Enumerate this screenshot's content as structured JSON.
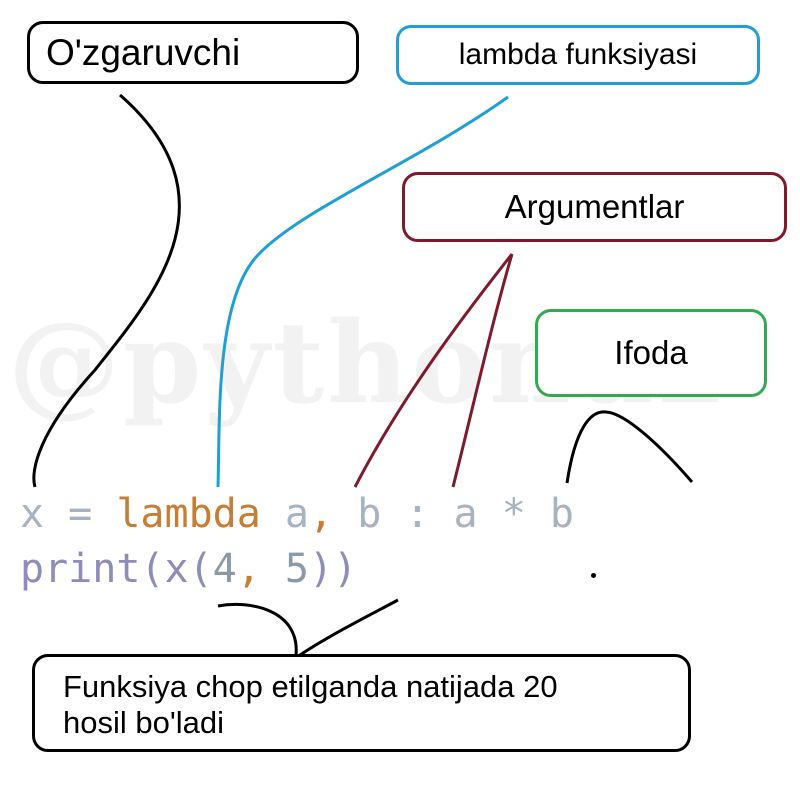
{
  "watermark": "@pythonuz",
  "callouts": {
    "variable": "O'zgaruvchi",
    "lambda_function": "lambda funksiyasi",
    "arguments": "Argumentlar",
    "expression": "Ifoda",
    "result_line1": "Funksiya chop etilganda natijada 20",
    "result_line2": "hosil bo'ladi"
  },
  "code": {
    "line1": {
      "var": "x",
      "eq": " = ",
      "keyword": "lambda",
      "arg_a": " a",
      "comma": ",",
      "arg_b": " b",
      "colon": " : ",
      "expr": "a * b"
    },
    "line2": {
      "func": "print(x(",
      "n1": "4",
      "comma": ",",
      "n2": " 5",
      "close": "))"
    }
  },
  "colors": {
    "variable_callout": "#000000",
    "lambda_callout": "#1e9fd6",
    "arguments_callout": "#7e1a2c",
    "expression_callout": "#35a853",
    "keyword": "#c77d33"
  }
}
